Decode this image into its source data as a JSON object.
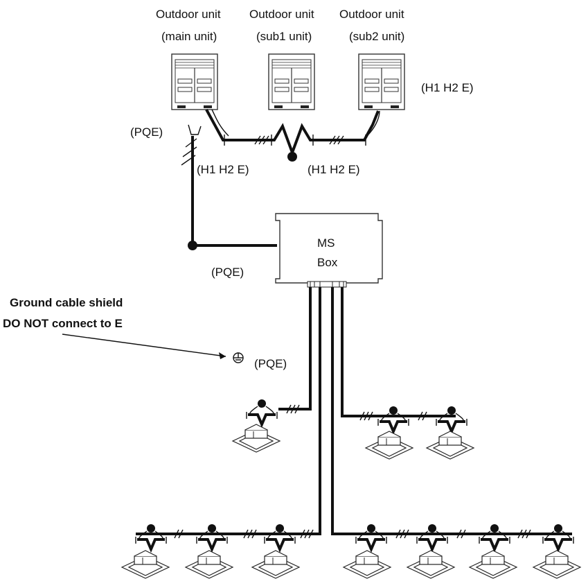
{
  "outdoor_units": [
    {
      "line1": "Outdoor unit",
      "line2": "(main unit)"
    },
    {
      "line1": "Outdoor unit",
      "line2": "(sub1 unit)"
    },
    {
      "line1": "Outdoor unit",
      "line2": "(sub2 unit)"
    }
  ],
  "terminal_labels": {
    "h1h2e_right": "(H1  H2 E)",
    "h1h2e_left": "(H1  H2 E)",
    "h1h2e_mid": "(H1  H2 E)",
    "pqe_top": "(PQE)",
    "pqe_box": "(PQE)",
    "pqe_ground": "(PQE)"
  },
  "ms_box": {
    "line1": "MS",
    "line2": "Box"
  },
  "note": {
    "line1": "Ground cable shield",
    "line2": "DO NOT connect to E"
  },
  "icons": [
    "outdoor-unit-icon",
    "indoor-unit-icon",
    "ground-icon",
    "junction-dot-icon",
    "shield-break-icon"
  ]
}
